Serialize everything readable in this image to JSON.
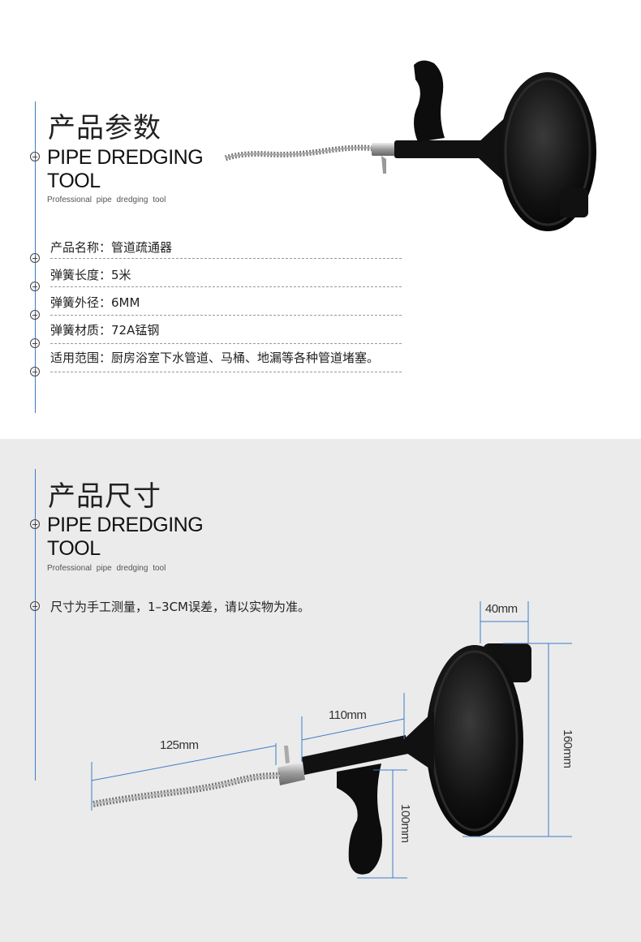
{
  "params": {
    "title_cn": "产品参数",
    "title_en_line1": "PIPE DREDGING",
    "title_en_line2": "TOOL",
    "subtitle": "Professional pipe dredging tool",
    "specs": [
      "产品名称：管道疏通器",
      "弹簧长度：5米",
      "弹簧外径：6MM",
      "弹簧材质：72A锰钢",
      "适用范围：厨房浴室下水管道、马桶、地漏等各种管道堵塞。"
    ]
  },
  "dims": {
    "title_cn": "产品尺寸",
    "title_en_line1": "PIPE DREDGING",
    "title_en_line2": "TOOL",
    "subtitle": "Professional pipe dredging tool",
    "note": "尺寸为手工测量，1–3CM误差，请以实物为准。",
    "labels": {
      "width_40": "40mm",
      "height_160": "160mm",
      "length_110": "110mm",
      "length_125": "125mm",
      "height_100": "100mm"
    }
  },
  "colors": {
    "accent_line": "#3d7cc9",
    "bg_gray": "#ebebeb",
    "product_black": "#0d0d0d"
  }
}
